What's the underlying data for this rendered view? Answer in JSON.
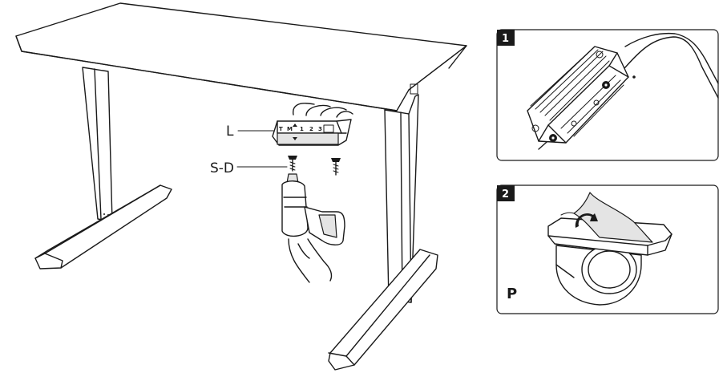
{
  "labels": {
    "controller": "L",
    "screw": "S-D",
    "pad": "P"
  },
  "steps": [
    {
      "number": "1"
    },
    {
      "number": "2"
    }
  ],
  "controller_buttons": [
    "T",
    "M",
    "1",
    "2",
    "3"
  ],
  "colors": {
    "line": "#1a1a1a",
    "badge": "#1a1a1a",
    "fill_light": "#e4e4e4",
    "background": "#ffffff"
  },
  "icons": [
    "drill-icon",
    "hand-icon",
    "screw-icon",
    "controller-icon",
    "rotate-arrow-icon",
    "pad-icon"
  ]
}
